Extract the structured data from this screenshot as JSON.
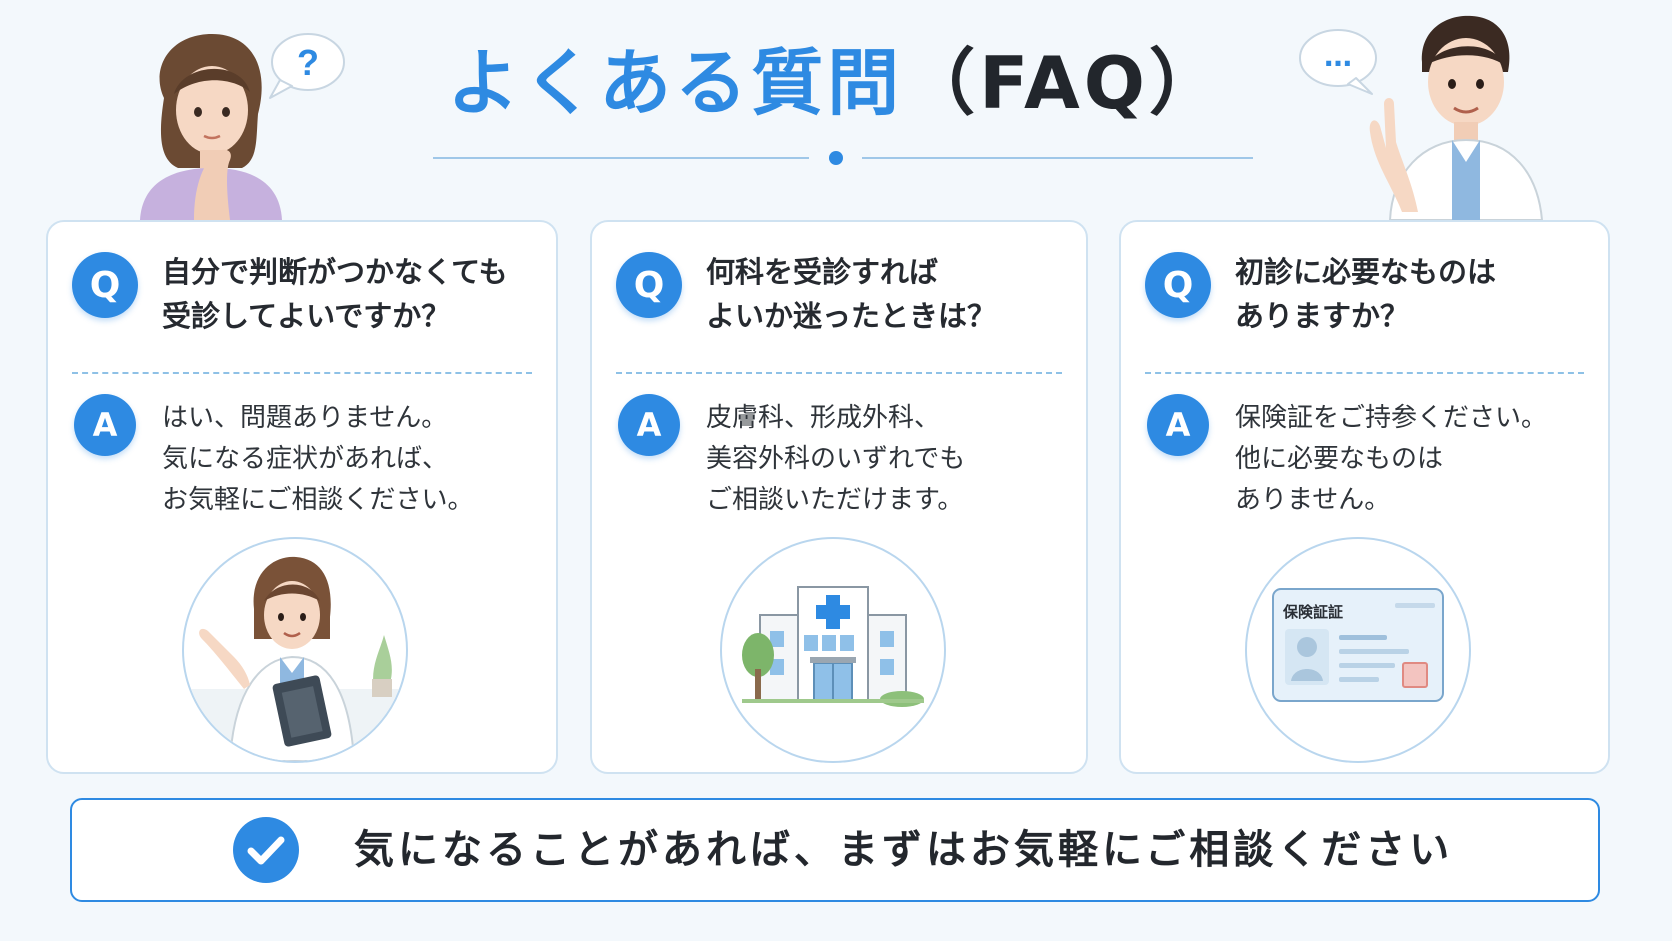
{
  "header": {
    "title_jp": "よくある質問",
    "title_faq": "（FAQ）",
    "left_bubble_text": "?",
    "right_bubble_text": "…"
  },
  "cards": [
    {
      "q_badge": "Q",
      "question": "自分で判断がつかなくても\n受診してよいですか？",
      "a_badge": "A",
      "answer": "はい、問題ありません。\n気になる症状があれば、\nお気軽にご相談ください。",
      "illustration": "nurse-with-clipboard"
    },
    {
      "q_badge": "Q",
      "question": "何科を受診すれば\nよいか迷ったときは？",
      "a_badge": "A",
      "answer": "皮膚科、形成外科、\n美容外科のいずれでも\nご相談いただけます。",
      "illustration": "hospital-building"
    },
    {
      "q_badge": "Q",
      "question": "初診に必要なものは\nありますか？",
      "a_badge": "A",
      "answer": "保険証をご持参ください。\n他に必要なものは\nありません。",
      "illustration": "insurance-card",
      "card_label": "保険証証"
    }
  ],
  "footer": {
    "text": "気になることがあれば、まずはお気軽にご相談ください",
    "icon": "check-icon"
  },
  "colors": {
    "accent": "#2e8ae2",
    "background": "#f3f8fc",
    "card_border": "#cfe2f1"
  }
}
